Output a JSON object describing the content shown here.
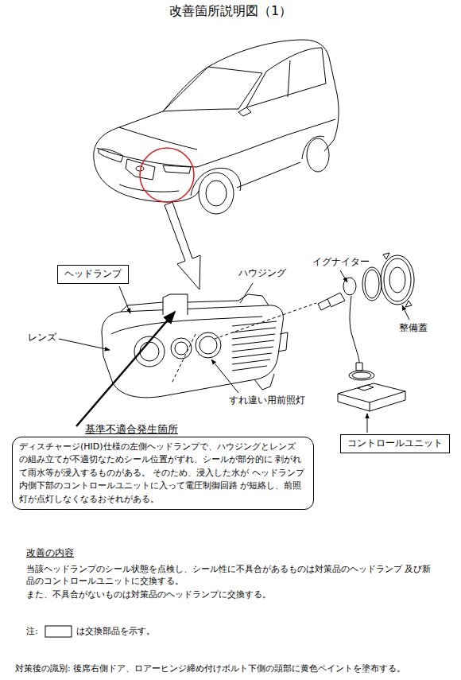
{
  "diagram": {
    "title": "改善箇所説明図（1）",
    "nodes": [
      {
        "text": [
          "ヘッドランプ"
        ]
      },
      {
        "text": [
          "基準不適合発生箇所",
          "ディスチャージ(HID)仕様の左側ヘッドランプで、ハウジングとレンズ の組み立てが不適切なためシール位置がずれ、シールが部分的に 剥がれて雨水等が浸入するものがある。 そのため、浸入した水が ヘッドランプ内側下部のコントロールユニットに入って電圧制御回路 が短絡し、前照灯が点灯しなくなるおそれがある。"
        ]
      },
      {
        "text": [
          "コントロールユニット"
        ]
      }
    ],
    "labels": [
      "ハウジング",
      "イグナイター",
      "整備蓋",
      "レンズ",
      "すれ違い用前照灯",
      "改善の内容",
      "当該ヘッドランプのシール状態を点検し、シール性に不具合があるものは対策品のヘッドランプ 及び新品のコントロールユニットに交換する。",
      "また、不具合がないものは対策品のヘッドランプに交換する。",
      "注:",
      "は交換部品を示す。",
      "対策後の識別: 後席右側ドア、ロアーヒンジ締め付けボルト下側の頭部に黄色ペイントを塗布する。"
    ]
  }
}
